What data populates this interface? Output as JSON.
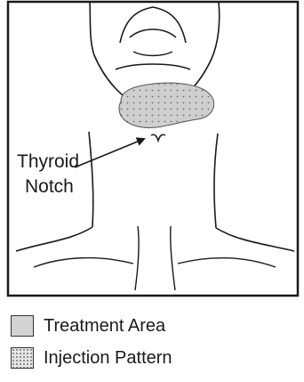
{
  "annotation": {
    "line1": "Thyroid",
    "line2": "Notch"
  },
  "legend": [
    {
      "label": "Treatment Area",
      "swatch": "solid-gray",
      "color": "#d3d3d3"
    },
    {
      "label": "Injection Pattern",
      "swatch": "dotted-gray",
      "color": "#e6e6e6"
    }
  ],
  "colors": {
    "outline": "#1a1a1a",
    "treatment_fill": "#cfcfcf",
    "dots": "#6e6e6e"
  }
}
